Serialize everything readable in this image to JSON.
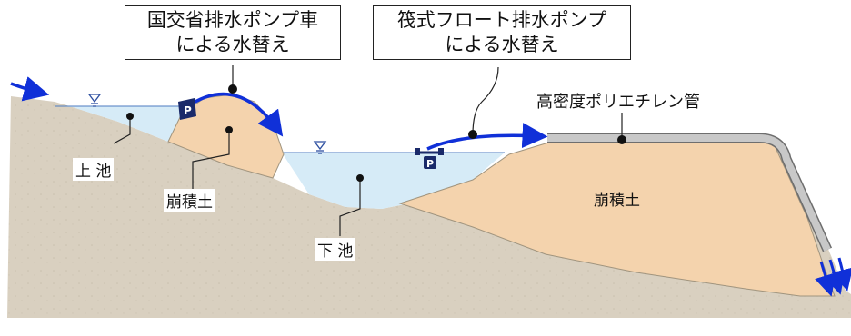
{
  "callouts": {
    "pump_truck": {
      "line1": "国交省排水ポンプ車",
      "line2": "による水替え"
    },
    "raft_pump": {
      "line1": "筏式フロート排水ポンプ",
      "line2": "による水替え"
    }
  },
  "labels": {
    "pipe": "高密度ポリエチレン管",
    "upper_pond": "上 池",
    "lower_pond": "下 池",
    "debris_left": "崩積土",
    "debris_right": "崩積土",
    "pump_symbol": "P"
  },
  "colors": {
    "ground": "#d9d0c0",
    "debris": "#f4d3ad",
    "water": "#d6ebf7",
    "flow_arrow": "#1030d8",
    "pipe": "#c8c8c8",
    "pump": "#1a2a6a"
  }
}
